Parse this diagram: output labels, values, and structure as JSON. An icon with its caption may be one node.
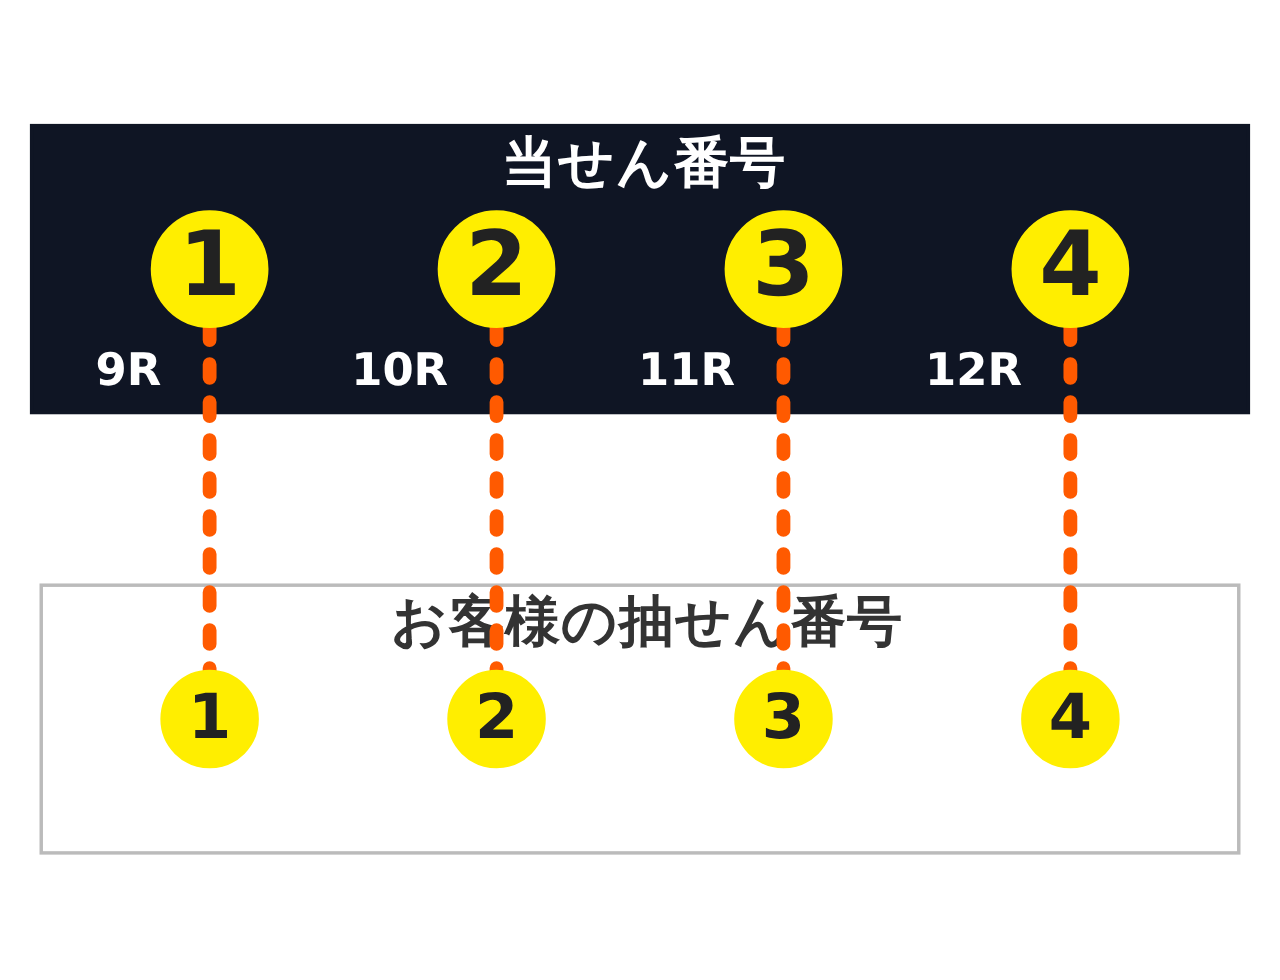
{
  "diagram": {
    "nodes": [
      {
        "text": [
          "当せん番号"
        ]
      },
      {
        "text": [
          "1"
        ],
        "in": 0,
        "beside": [
          "9R"
        ]
      },
      {
        "text": [
          "2"
        ],
        "in": 0,
        "beside": [
          "10R"
        ]
      },
      {
        "text": [
          "3"
        ],
        "in": 0,
        "beside": [
          "11R"
        ]
      },
      {
        "text": [
          "4"
        ],
        "in": 0,
        "beside": [
          "12R"
        ]
      },
      {
        "text": [
          "お客様の抽せん番号"
        ]
      },
      {
        "text": [
          "1"
        ],
        "in": 5
      },
      {
        "text": [
          "2"
        ],
        "in": 5
      },
      {
        "text": [
          "3"
        ],
        "in": 5
      },
      {
        "text": [
          "4"
        ],
        "in": 5
      }
    ],
    "edges": [
      {
        "from": 1,
        "to": 6,
        "arrow": "none",
        "style": "dashed",
        "color": "#ff5a00"
      },
      {
        "from": 2,
        "to": 7,
        "arrow": "none",
        "style": "dashed",
        "color": "#ff5a00"
      },
      {
        "from": 3,
        "to": 8,
        "arrow": "none",
        "style": "dashed",
        "color": "#ff5a00"
      },
      {
        "from": 4,
        "to": 9,
        "arrow": "none",
        "style": "dashed",
        "color": "#ff5a00"
      }
    ]
  }
}
